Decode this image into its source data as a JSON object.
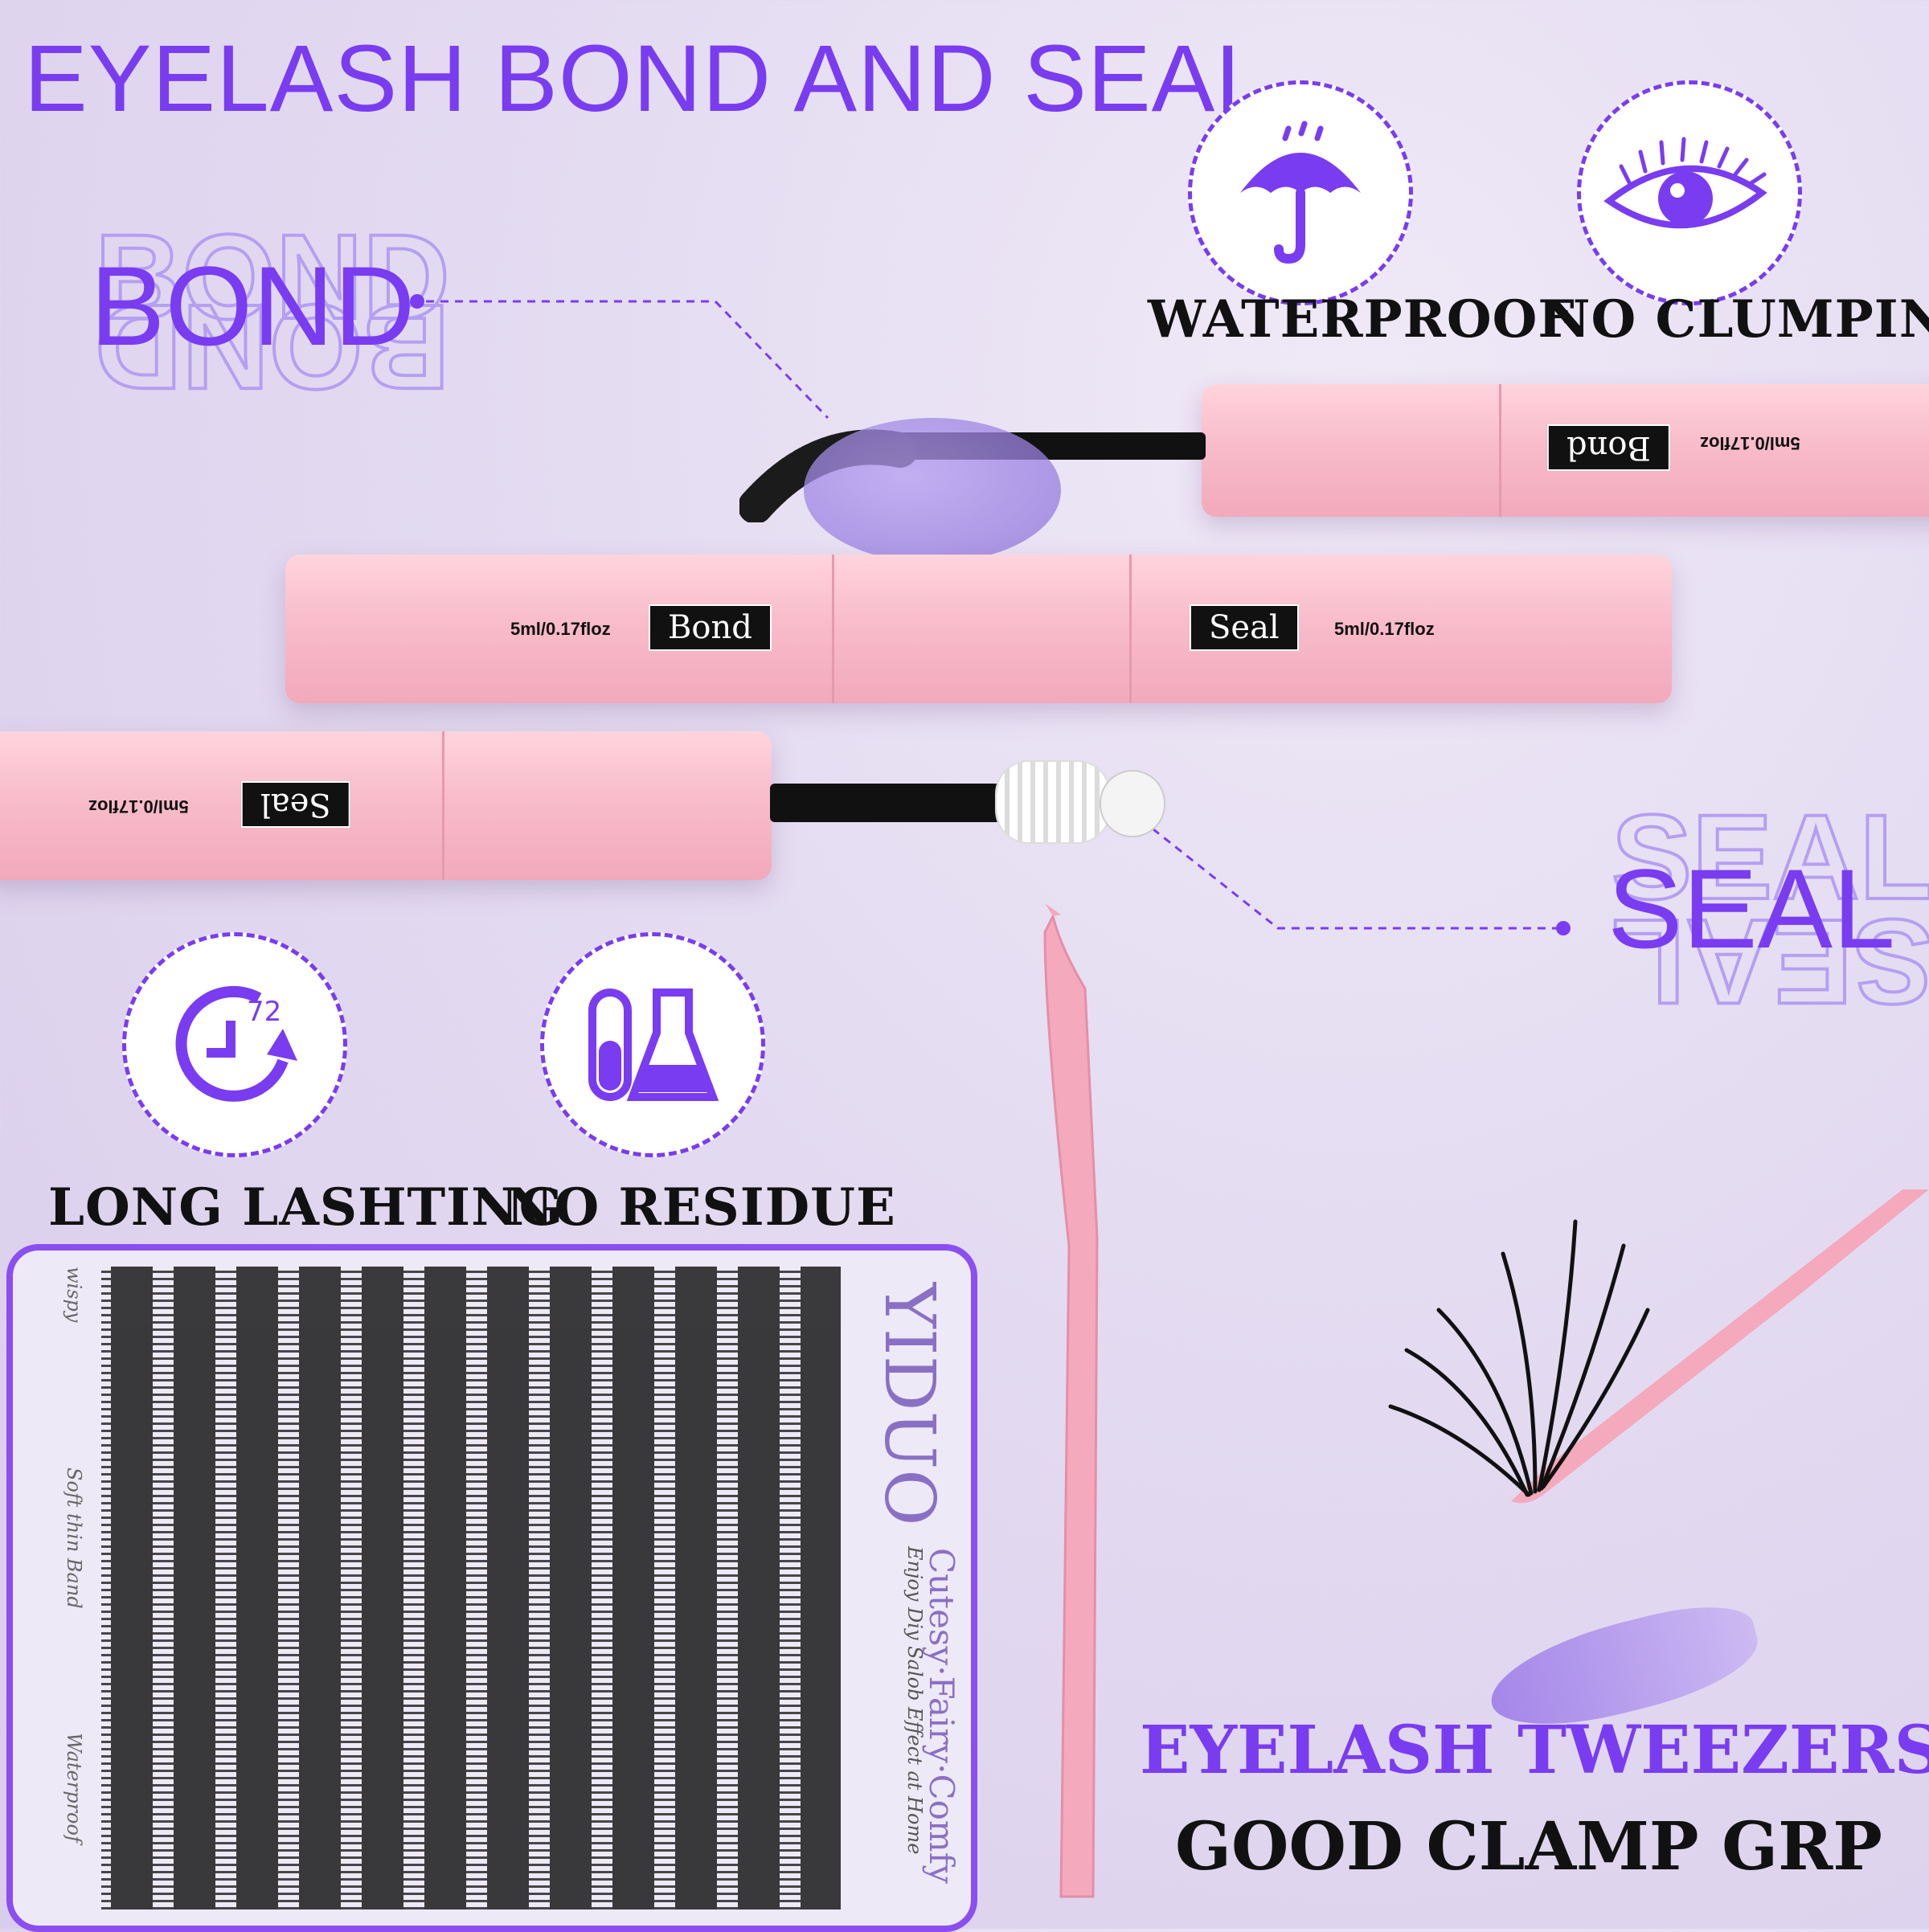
{
  "headline": "EYELASH BOND AND SEAL -",
  "bond_word": "BOND",
  "seal_word": "SEAL",
  "features": [
    {
      "label": "WATERPROOF",
      "icon": "umbrella-icon"
    },
    {
      "label": "NO CLUMPING",
      "icon": "eye-icon"
    },
    {
      "label": "LONG LASHTING",
      "icon": "clock-72-icon",
      "icon_text": "72"
    },
    {
      "label": "NO RESIDUE",
      "icon": "lab-flask-icon"
    }
  ],
  "tubes": {
    "bond_name": "Bond",
    "seal_name": "Seal",
    "volume": "5ml/0.17floz",
    "volume_top_mirrored": "5ml/0.17floz",
    "volume_bottom_mirrored": "5ml/0.17floz"
  },
  "tray": {
    "brand": "YIDUO",
    "tagline": "Cutesy·Fairy·Comfy",
    "slogan": "Enjoy Diy Salob Effect at Home",
    "side_labels": [
      "wispy",
      "Soft thin Band",
      "Waterproof"
    ]
  },
  "tweezers": {
    "title": "EYELASH TWEEZERS",
    "subtitle": "GOOD CLAMP GRP"
  },
  "colors": {
    "accent": "#7a3cf0",
    "tube_pink": "#f8bccb",
    "background": "#e4dcf1"
  }
}
